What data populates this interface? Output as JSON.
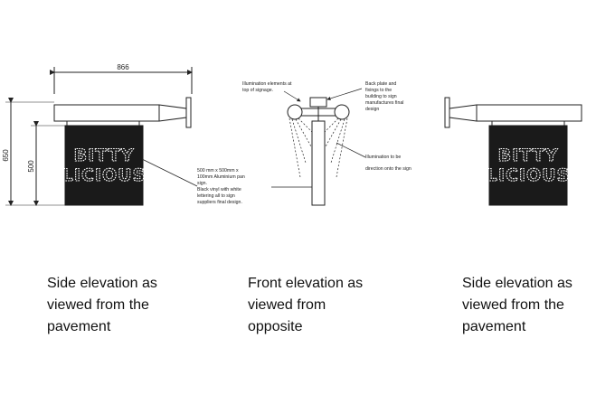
{
  "dimensions": {
    "overall_width": "866",
    "overall_height": "650",
    "sign_height": "500"
  },
  "sign": {
    "line1": "BITTY",
    "line2": "LICIOUS"
  },
  "notes": {
    "illumination_elements": [
      "Illumination elements at",
      "top of signage."
    ],
    "back_plate": [
      "Back plate and",
      "fixings to the",
      "building to sign",
      "manufactures final",
      "design"
    ],
    "illumination_direction": [
      "Illumination to be",
      "direction onto the sign"
    ],
    "panel_spec": [
      "500 mm x 500mm x",
      "100mm  Aluminium pan",
      "sign.",
      "Black vinyl with white",
      "lettering  all to sign",
      "suppliers final design."
    ]
  },
  "captions": {
    "left": [
      "Side elevation as",
      "viewed from the",
      "pavement"
    ],
    "center": [
      "Front elevation as",
      "viewed from",
      "opposite"
    ],
    "right": [
      "Side elevation as",
      "viewed from the",
      "pavement"
    ]
  },
  "colors": {
    "line": "#222222",
    "sign_panel": "#1a1a1a",
    "lettering": "#ffffff"
  }
}
